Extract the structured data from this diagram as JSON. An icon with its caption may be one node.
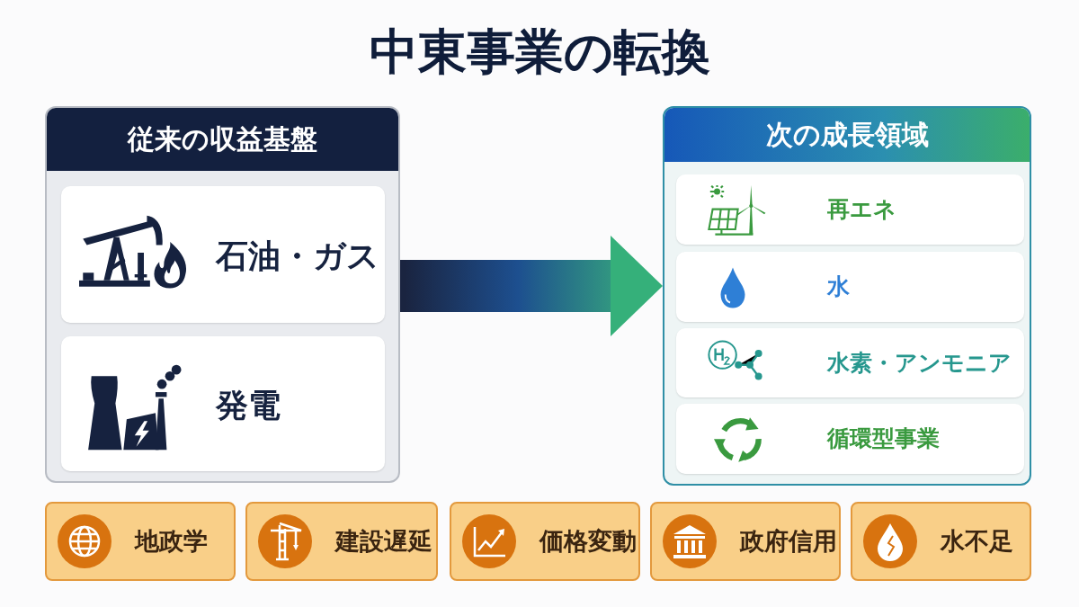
{
  "diagram": {
    "title": "中東事業の転換",
    "nodes": [
      {
        "text": [
          "従来の収益基盤"
        ]
      },
      {
        "text": [
          "石油・ガス"
        ],
        "in": 0
      },
      {
        "text": [
          "発電"
        ],
        "in": 0
      },
      {
        "text": [
          "次の成長領域"
        ]
      },
      {
        "text": [
          "再エネ"
        ],
        "in": 3
      },
      {
        "text": [
          "水"
        ],
        "in": 3
      },
      {
        "text": [
          "水素・アンモニア"
        ],
        "in": 3
      },
      {
        "text": [
          "循環型事業"
        ],
        "in": 3
      },
      {
        "text": [
          "地政学"
        ]
      },
      {
        "text": [
          "建設遅延"
        ]
      },
      {
        "text": [
          "価格変動"
        ]
      },
      {
        "text": [
          "政府信用"
        ]
      },
      {
        "text": [
          "水不足"
        ]
      }
    ],
    "edges": [
      {
        "from": 0,
        "to": 3,
        "arrow": "to",
        "style": "thick"
      }
    ]
  }
}
